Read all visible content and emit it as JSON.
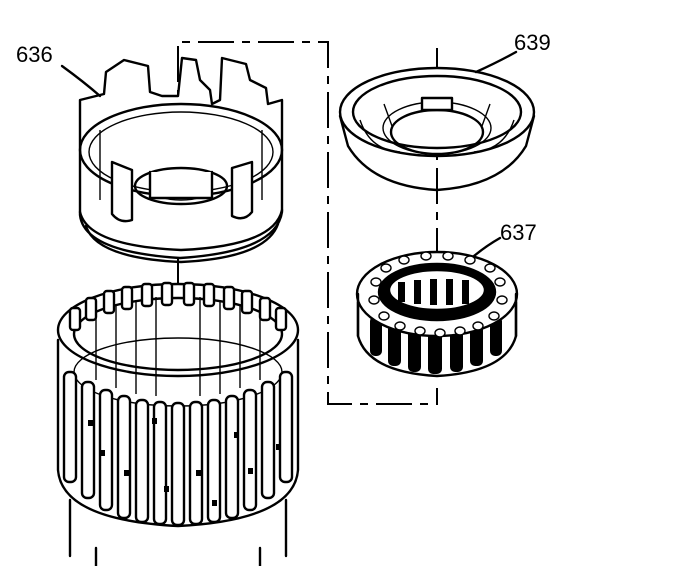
{
  "callouts": {
    "housing_label": "636",
    "retainer_label": "639",
    "sprag_label": "637"
  }
}
